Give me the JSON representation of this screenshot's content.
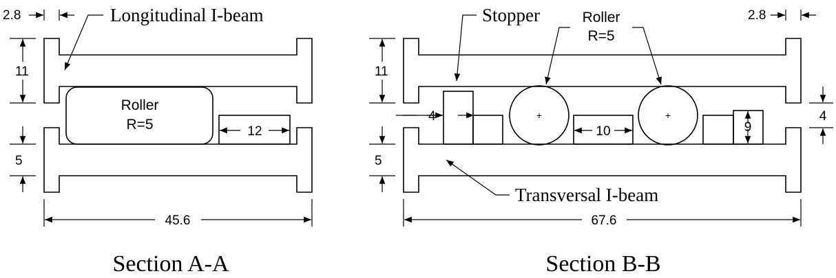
{
  "section_a": {
    "title": "Section A-A",
    "beam_label": "Longitudinal I-beam",
    "roller_label": "Roller",
    "roller_radius": "R=5",
    "dim_flange": "2.8",
    "dim_height_top": "11",
    "dim_height_bottom": "5",
    "dim_width": "45.6",
    "dim_block": "12"
  },
  "section_b": {
    "title": "Section B-B",
    "stopper_label": "Stopper",
    "roller_label": "Roller",
    "roller_radius": "R=5",
    "beam_label": "Transversal I-beam",
    "dim_flange": "2.8",
    "dim_height_top": "11",
    "dim_height_bottom": "5",
    "dim_width": "67.6",
    "dim_stopper": "4",
    "dim_block": "10",
    "dim_right_stopper": "9",
    "dim_gap": "4",
    "center_mark": "+"
  }
}
